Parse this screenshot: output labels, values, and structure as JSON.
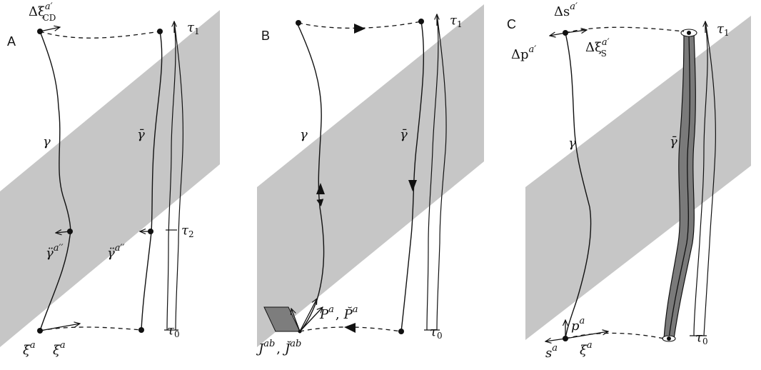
{
  "panels": [
    {
      "letter": "A",
      "top_label": {
        "main": "Δξ",
        "sup": "a′",
        "sub": "CD"
      },
      "gamma": "γ",
      "gamma_bar": "γ̄",
      "tau1": {
        "main": "τ",
        "sub": "1"
      },
      "tau2": {
        "main": "τ",
        "sub": "2"
      },
      "tau0": {
        "main": "τ",
        "sub": "0"
      },
      "left_mid": {
        "main": "γ̈",
        "sup": "a′′"
      },
      "right_mid": {
        "main": "γ̈",
        "sup": "a′′"
      },
      "bottom_left": {
        "main": "ξ̇",
        "sup": "a"
      },
      "bottom_right": {
        "main": "ξ",
        "sup": "a"
      }
    },
    {
      "letter": "B",
      "gamma": "γ",
      "gamma_bar": "γ̄",
      "tau1": {
        "main": "τ",
        "sub": "1"
      },
      "tau0": {
        "main": "τ",
        "sub": "0"
      },
      "momentum": {
        "main": "P",
        "sup": "a",
        "sep": ",",
        "alt": "P̆",
        "alt_sup": "a"
      },
      "spin": {
        "main": "J",
        "sup": "ab",
        "sep": ",",
        "alt": "J̆",
        "alt_sup": "ab"
      }
    },
    {
      "letter": "C",
      "top_label": {
        "main": "Δs",
        "sup": "a′"
      },
      "left_label": {
        "main": "Δp",
        "sup": "a′"
      },
      "right_label": {
        "main": "Δξ",
        "sup": "a′",
        "sub": "S"
      },
      "gamma": "γ",
      "gamma_bar": "γ̄",
      "tau1": {
        "main": "τ",
        "sub": "1"
      },
      "tau0": {
        "main": "τ",
        "sub": "0"
      },
      "p_label": {
        "main": "p",
        "sup": "a"
      },
      "s_label": {
        "main": "s",
        "sup": "a"
      },
      "xi_label": {
        "main": "ξ",
        "sup": "a"
      }
    }
  ],
  "colors": {
    "band": "#c6c6c6",
    "tube": "#7a7a7a",
    "ink": "#111111"
  }
}
